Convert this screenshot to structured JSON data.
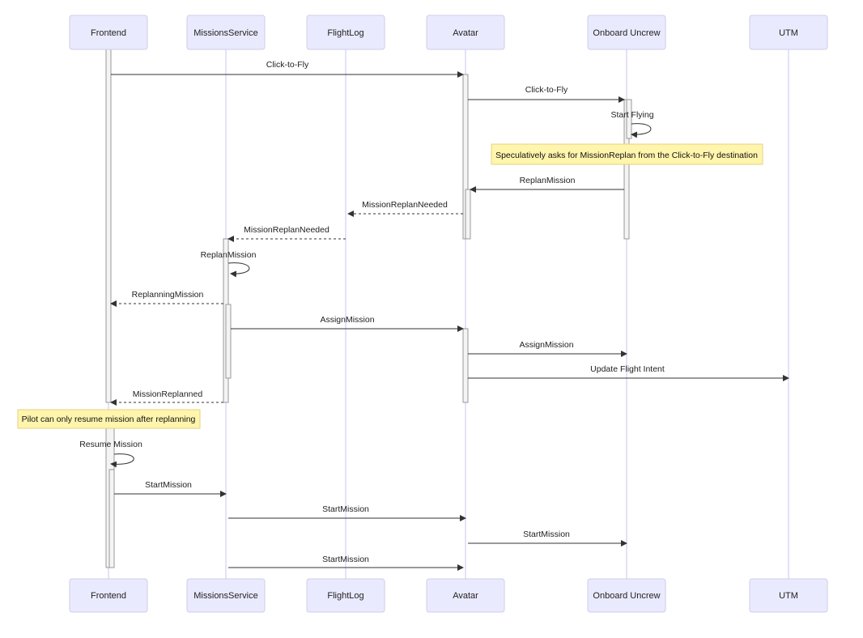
{
  "actors": [
    {
      "id": "frontend",
      "label": "Frontend"
    },
    {
      "id": "missions",
      "label": "MissionsService"
    },
    {
      "id": "flightlog",
      "label": "FlightLog"
    },
    {
      "id": "avatar",
      "label": "Avatar"
    },
    {
      "id": "uncrew",
      "label": "Onboard Uncrew"
    },
    {
      "id": "utm",
      "label": "UTM"
    }
  ],
  "messages": [
    {
      "from": "frontend",
      "to": "avatar",
      "label": "Click-to-Fly",
      "style": "solid"
    },
    {
      "from": "avatar",
      "to": "uncrew",
      "label": "Click-to-Fly",
      "style": "solid"
    },
    {
      "from": "uncrew",
      "to": "uncrew",
      "label": "Start Flying",
      "style": "self"
    },
    {
      "from": "uncrew",
      "to": "avatar",
      "label": "ReplanMission",
      "style": "solid"
    },
    {
      "from": "avatar",
      "to": "flightlog",
      "label": "MissionReplanNeeded",
      "style": "dashed"
    },
    {
      "from": "flightlog",
      "to": "missions",
      "label": "MissionReplanNeeded",
      "style": "dashed"
    },
    {
      "from": "missions",
      "to": "missions",
      "label": "ReplanMission",
      "style": "self"
    },
    {
      "from": "missions",
      "to": "frontend",
      "label": "ReplanningMission",
      "style": "dashed"
    },
    {
      "from": "missions",
      "to": "avatar",
      "label": "AssignMission",
      "style": "solid"
    },
    {
      "from": "avatar",
      "to": "uncrew",
      "label": "AssignMission",
      "style": "solid"
    },
    {
      "from": "avatar",
      "to": "utm",
      "label": "Update Flight Intent",
      "style": "solid"
    },
    {
      "from": "missions",
      "to": "frontend",
      "label": "MissionReplanned",
      "style": "dashed"
    },
    {
      "from": "frontend",
      "to": "frontend",
      "label": "Resume Mission",
      "style": "self"
    },
    {
      "from": "frontend",
      "to": "missions",
      "label": "StartMission",
      "style": "solid"
    },
    {
      "from": "missions",
      "to": "avatar",
      "label": "StartMission",
      "style": "solid"
    },
    {
      "from": "avatar",
      "to": "uncrew",
      "label": "StartMission",
      "style": "solid"
    },
    {
      "from": "missions",
      "to": "avatar",
      "label": "StartMission",
      "style": "solid"
    }
  ],
  "notes": [
    {
      "over": [
        "avatar",
        "uncrew"
      ],
      "text": "Speculatively asks for MissionReplan from the Click-to-Fly destination"
    },
    {
      "over": [
        "frontend"
      ],
      "text": "Pilot can only resume mission after replanning"
    }
  ],
  "colors": {
    "actor_fill": "#eaeaff",
    "lifeline": "#c9c6f0",
    "note_fill": "#fff5ad",
    "arrow": "#333333"
  }
}
